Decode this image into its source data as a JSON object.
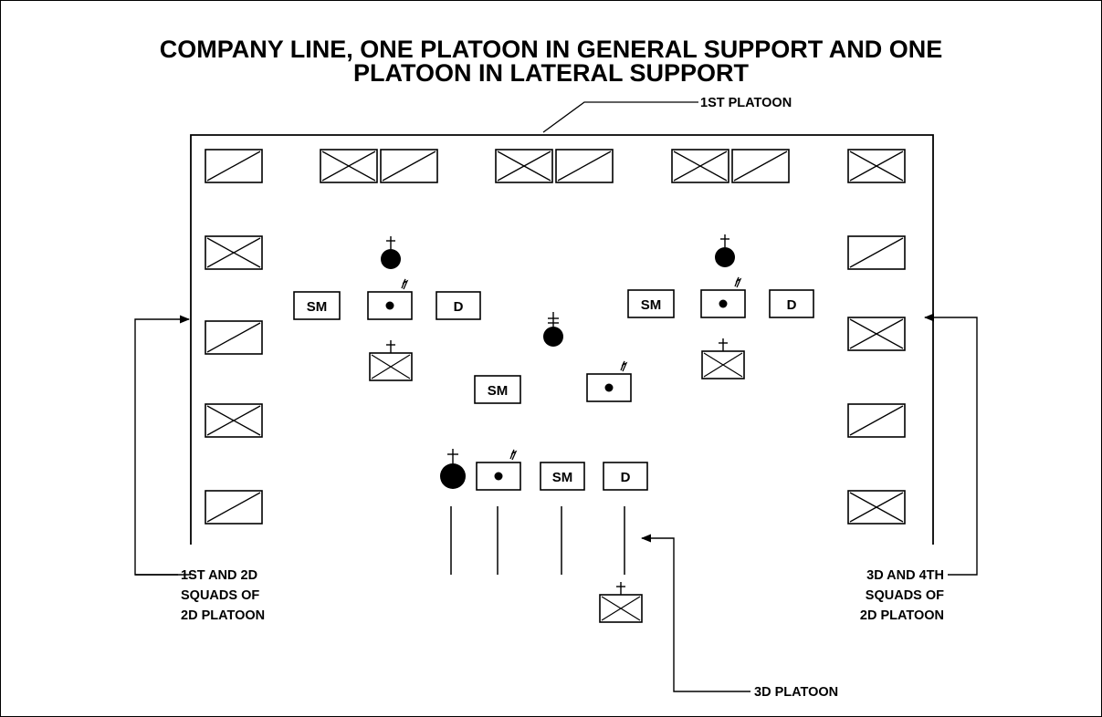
{
  "title": {
    "line1": "COMPANY LINE, ONE PLATOON IN GENERAL SUPPORT AND ONE",
    "line2": "PLATOON IN LATERAL SUPPORT"
  },
  "labels": {
    "first_platoon": "1ST PLATOON",
    "third_platoon": "3D PLATOON",
    "left_squads": [
      "1ST AND 2D",
      "SQUADS OF",
      "2D PLATOON"
    ],
    "right_squads": [
      "3D AND 4TH",
      "SQUADS OF",
      "2D PLATOON"
    ]
  },
  "symbols": {
    "sm": "SM",
    "d": "D"
  }
}
